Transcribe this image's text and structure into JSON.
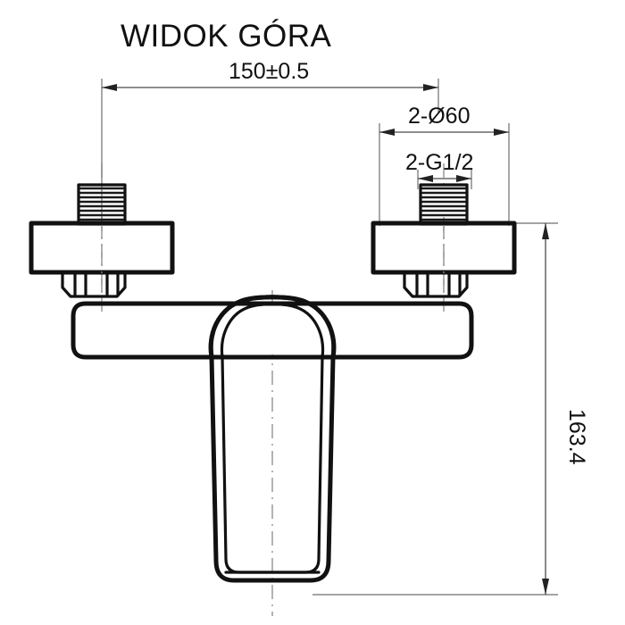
{
  "title": "WIDOK GÓRA",
  "drawing": {
    "view_label": "WIDOK GÓRA",
    "subject": "wall-mounted bath/shower mixer tap — top view",
    "line_color": "#111111",
    "dim_color": "#4a4a4a",
    "center_color": "#8a8a8a",
    "background": "#ffffff"
  },
  "dimensions": {
    "width_center_to_center": "150±0.5",
    "flange_diameter": "2-Ø60",
    "thread_size": "2-G1/2",
    "overall_height": "163.4"
  },
  "labels": {
    "dim_150": "150±0.5",
    "dim_60": "2-Ø60",
    "dim_g12": "2-G1/2",
    "dim_1634": "163.4"
  },
  "parts": {
    "left_flange": "left-escutcheon-flange",
    "right_flange": "right-escutcheon-flange",
    "left_thread": "left-threaded-nipple",
    "right_thread": "right-threaded-nipple",
    "left_nut": "left-hex-nut",
    "right_nut": "right-hex-nut",
    "body": "mixer-body",
    "spout": "spout"
  }
}
